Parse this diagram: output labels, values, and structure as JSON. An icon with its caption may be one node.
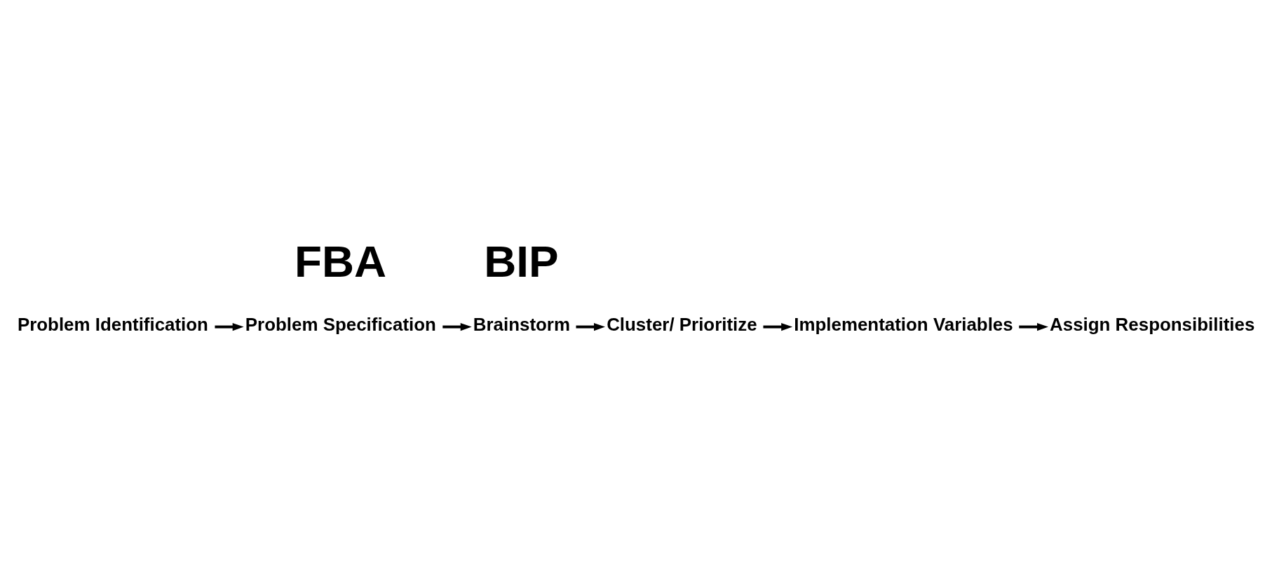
{
  "diagram": {
    "nodes": [
      {
        "text": [
          "Problem Identification"
        ]
      },
      {
        "text": [
          "Problem Specification"
        ]
      },
      {
        "text": [
          "Brainstorm"
        ]
      },
      {
        "text": [
          "Cluster/ Prioritize"
        ]
      },
      {
        "text": [
          "Implementation Variables"
        ]
      },
      {
        "text": [
          "Assign Responsibilities"
        ]
      }
    ],
    "edges": [
      {
        "from": 0,
        "to": 1,
        "arrow": "to"
      },
      {
        "from": 1,
        "to": 2,
        "arrow": "to"
      },
      {
        "from": 2,
        "to": 3,
        "arrow": "to"
      },
      {
        "from": 3,
        "to": 4,
        "arrow": "to"
      },
      {
        "from": 4,
        "to": 5,
        "arrow": "to"
      }
    ],
    "labels": [
      "FBA",
      "BIP"
    ]
  }
}
